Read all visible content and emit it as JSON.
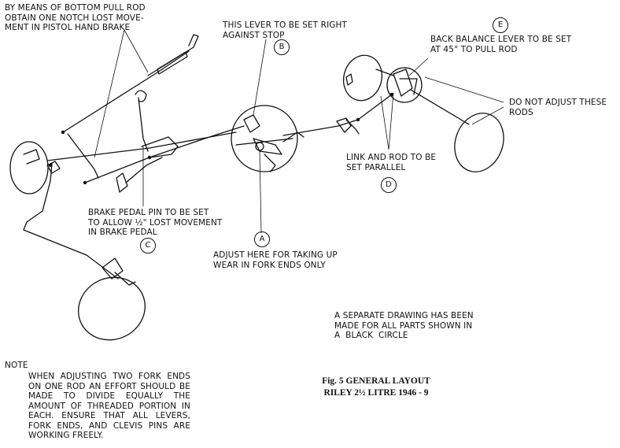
{
  "labels": {
    "pull_rod": "BY MEANS OF BOTTOM PULL ROD\nOBTAIN ONE NOTCH LOST MOVE-\nMENT IN PISTOL HAND BRAKE",
    "lever_stop": "THIS LEVER TO BE SET RIGHT\nAGAINST STOP",
    "back_balance": "BACK BALANCE LEVER TO BE SET\nAT 45° TO PULL ROD",
    "do_not_adjust": "DO NOT ADJUST THESE\nRODS",
    "link_rod": "LINK AND ROD TO BE\nSET PARALLEL",
    "brake_pedal": "BRAKE PEDAL PIN TO BE SET\nTO ALLOW ½\" LOST MOVEMENT\nIN BRAKE PEDAL",
    "adjust_fork": "ADJUST HERE FOR TAKING UP\nWEAR IN FORK ENDS ONLY",
    "separate_drawing": "A SEPARATE DRAWING HAS BEEN\nMADE FOR ALL PARTS SHOWN IN\nA  BLACK  CIRCLE",
    "note_heading": "NOTE",
    "note_body": "WHEN ADJUSTING TWO FORK ENDS ON ONE ROD AN EFFORT SHOULD BE MADE TO DIVIDE EQUALLY THE AMOUNT OF THREADED PORTION IN EACH. ENSURE THAT ALL LEVERS, FORK ENDS, AND CLEVIS PINS ARE WORKING FREELY.",
    "fig_title_1": "Fig. 5 GENERAL LAYOUT",
    "fig_title_2": "RILEY 2½ LITRE 1946 - 9"
  },
  "markers": {
    "a": "A",
    "b": "B",
    "c": "C",
    "d": "D",
    "e": "E"
  }
}
